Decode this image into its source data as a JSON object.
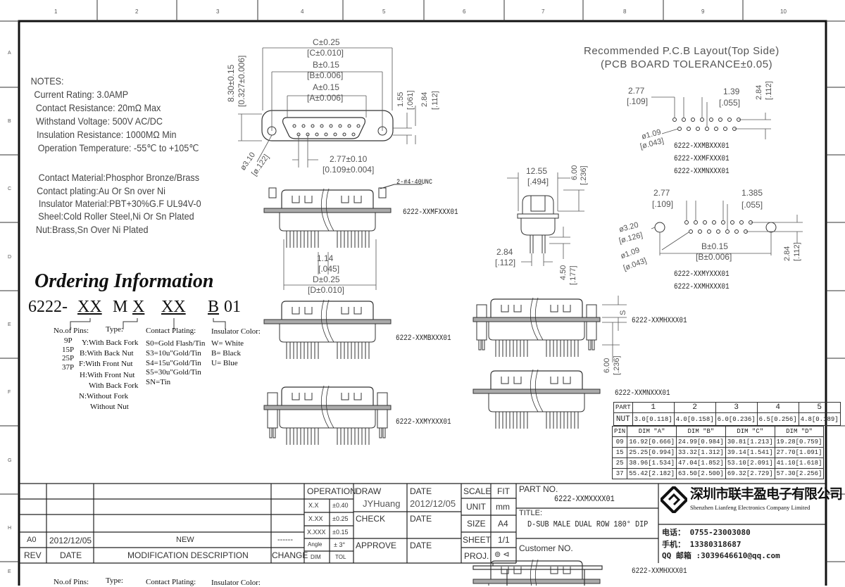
{
  "frame": {
    "columns": [
      "1",
      "2",
      "3",
      "4",
      "5",
      "6",
      "7",
      "8",
      "9",
      "10"
    ],
    "rows": [
      "A",
      "B",
      "C",
      "D",
      "E",
      "F",
      "G",
      "H",
      "E"
    ]
  },
  "notes": {
    "title": "NOTES:",
    "lines": [
      "Current Rating: 3.0AMP",
      "Contact Resistance: 20mΩ Max",
      "Withstand Voltage: 500V AC/DC",
      "Insulation Resistance: 1000MΩ Min",
      "Operation Temperature: -55℃ to +105℃"
    ]
  },
  "materials": [
    "Contact Material:Phosphor Bronze/Brass",
    "Contact plating:Au Or Sn over Ni",
    "Insulator Material:PBT+30%G.F UL94V-0",
    "Sheel:Cold Roller Steel,Ni Or Sn Plated",
    "Nut:Brass,Sn Over Ni Plated"
  ],
  "ordering": {
    "title": "Ordering Information",
    "code": {
      "prefix": "6222-",
      "pins": "XX",
      "m": "M",
      "type": "X",
      "plating": "XX",
      "color": "B",
      "suffix": "01"
    },
    "pins": {
      "label": "No.of Pins:",
      "options": [
        "9P",
        "15P",
        "25P",
        "37P"
      ]
    },
    "type": {
      "label": "Type:",
      "options": [
        "Y:With Back Fork",
        "B:With Back Nut",
        "F:With Front Nut",
        "H:With Front Nut",
        "With Back Fork",
        "N:Without Fork",
        "Without Nut"
      ]
    },
    "plating": {
      "label": "Contact Plating:",
      "options": [
        "S0=Gold Flash/Tin",
        "S3=10u\"Gold/Tin",
        "S4=15u\"Gold/Tin",
        "S5=30u\"Gold/Tin",
        "SN=Tin"
      ]
    },
    "color": {
      "label": "Insulator Color:",
      "options": [
        "W= White",
        "B= Black",
        "U= Blue"
      ]
    }
  },
  "front_view": {
    "c_dim": "C±0.25",
    "c_dim_in": "[C±0.010]",
    "b_dim": "B±0.15",
    "b_dim_in": "[B±0.006]",
    "a_dim": "A±0.15",
    "a_dim_in": "[A±0.006]",
    "height": "8.30±0.15",
    "height_in": "[0.327±0.006]",
    "d1": "1.55",
    "d1_in": "[.061]",
    "d2": "2.84",
    "d2_in": "[.112]",
    "hole": "ø3.10",
    "hole_in": "[ø.122]",
    "pitch": "2.77±0.10",
    "pitch_in": "[0.109±0.004]"
  },
  "side_views": {
    "thread": "2-#4-40UNC",
    "f_label": "6222-XXMFXXX01",
    "b_label": "6222-XXMBXXX01",
    "y_label": "6222-XXMYXXX01",
    "h_label": "6222-XXMHXXX01",
    "n_label": "6222-XXMNXXX01",
    "h_label_2": "6222-XXMHXXX01",
    "pin_off": "1.14",
    "pin_off_in": "[.045]",
    "d_dim": "D±0.25",
    "d_dim_in": "[D±0.010]",
    "s_dim": "S",
    "h_height": "6.00",
    "h_height_in": "[.236]"
  },
  "end_view": {
    "width": "12.55",
    "width_in": "[.494]",
    "top": "6.00",
    "top_in": "[.236]",
    "row": "2.84",
    "row_in": "[.112]",
    "tail": "4.50",
    "tail_in": "[.177]"
  },
  "pcb": {
    "title": "Recommended P.C.B Layout(Top Side)",
    "subtitle": "(PCB BOARD TOLERANCE±0.05)",
    "l1": {
      "pitch": "2.77",
      "pitch_in": "[.109]",
      "half": "1.39",
      "half_in": "[.055]",
      "row": "2.84",
      "row_in": "[.112]",
      "hole": "ø1.09",
      "hole_in": "[ø.043]",
      "parts": [
        "6222-XXMBXXX01",
        "6222-XXMFXXX01",
        "6222-XXMNXXX01"
      ]
    },
    "l2": {
      "pitch": "2.77",
      "pitch_in": "[.109]",
      "half": "1.385",
      "half_in": "[.055]",
      "mount": "ø3.20",
      "mount_in": "[ø.126]",
      "hole": "ø1.09",
      "hole_in": "[ø.043]",
      "b": "B±0.15",
      "b_in": "[B±0.006]",
      "row": "2.84",
      "row_in": "[.112]",
      "parts": [
        "6222-XXMYXXX01",
        "6222-XXMHXXX01"
      ]
    }
  },
  "nut_table": {
    "header": [
      "PART",
      "1",
      "2",
      "3",
      "4",
      "5"
    ],
    "row": [
      "NUT",
      "3.0[0.118]",
      "4.0[0.158]",
      "6.0[0.236]",
      "6.5[0.256]",
      "4.8[0.189]"
    ]
  },
  "dim_table": {
    "header": [
      "PIN",
      "DIM \"A\"",
      "DIM \"B\"",
      "DIM \"C\"",
      "DIM \"D\""
    ],
    "rows": [
      [
        "09",
        "16.92[0.666]",
        "24.99[0.984]",
        "30.81[1.213]",
        "19.28[0.759]"
      ],
      [
        "15",
        "25.25[0.994]",
        "33.32[1.312]",
        "39.14[1.541]",
        "27.70[1.091]"
      ],
      [
        "25",
        "38.96[1.534]",
        "47.04[1.852]",
        "53.10[2.091]",
        "41.10[1.618]"
      ],
      [
        "37",
        "55.42[2.182]",
        "63.50[2.500]",
        "69.32[2.729]",
        "57.30[2.256]"
      ]
    ]
  },
  "revision": {
    "rev": "A0",
    "date": "2012/12/05",
    "desc": "NEW",
    "change": "------",
    "headers": {
      "rev": "REV",
      "date": "DATE",
      "desc": "MODIFICATION  DESCRIPTION",
      "change": "CHANGE"
    }
  },
  "tolerance": {
    "title": "OPERATION",
    "rows": [
      [
        "X.X",
        "±0.40"
      ],
      [
        "X.XX",
        "±0.25"
      ],
      [
        "X.XXX",
        "±0.15"
      ],
      [
        "Angle",
        "± 3°"
      ]
    ],
    "footer": [
      "DIM",
      "TOL"
    ]
  },
  "approvals": {
    "draw": "DRAW",
    "drawer": "JYHuang",
    "check": "CHECK",
    "approve": "APPROVE",
    "date_label": "DATE",
    "draw_date": "2012/12/05"
  },
  "specs": {
    "scale_label": "SCALE",
    "scale": "FIT",
    "unit_label": "UNIT",
    "unit": "mm",
    "size_label": "SIZE",
    "size": "A4",
    "sheet_label": "SHEET",
    "sheet": "1/1",
    "proj_label": "PROJ."
  },
  "part": {
    "label": "PART NO.",
    "number": "6222-XXMXXXX01",
    "title_label": "TITLE:",
    "title": "D-SUB MALE DUAL ROW 180° DIP",
    "customer_label": "Customer  NO."
  },
  "company": {
    "name_cn": "深圳市联丰盈电子有限公司",
    "name_en": "Shenzhen Lianfeng Electronics Company Limited",
    "tel": "电话： 0755-23003080",
    "mobile": "手机： 13380318687",
    "qq": "QQ 邮箱 :3039646610@qq.com"
  },
  "colors": {
    "ink": "#222222",
    "cad": "#555555",
    "flange": "#999999"
  }
}
